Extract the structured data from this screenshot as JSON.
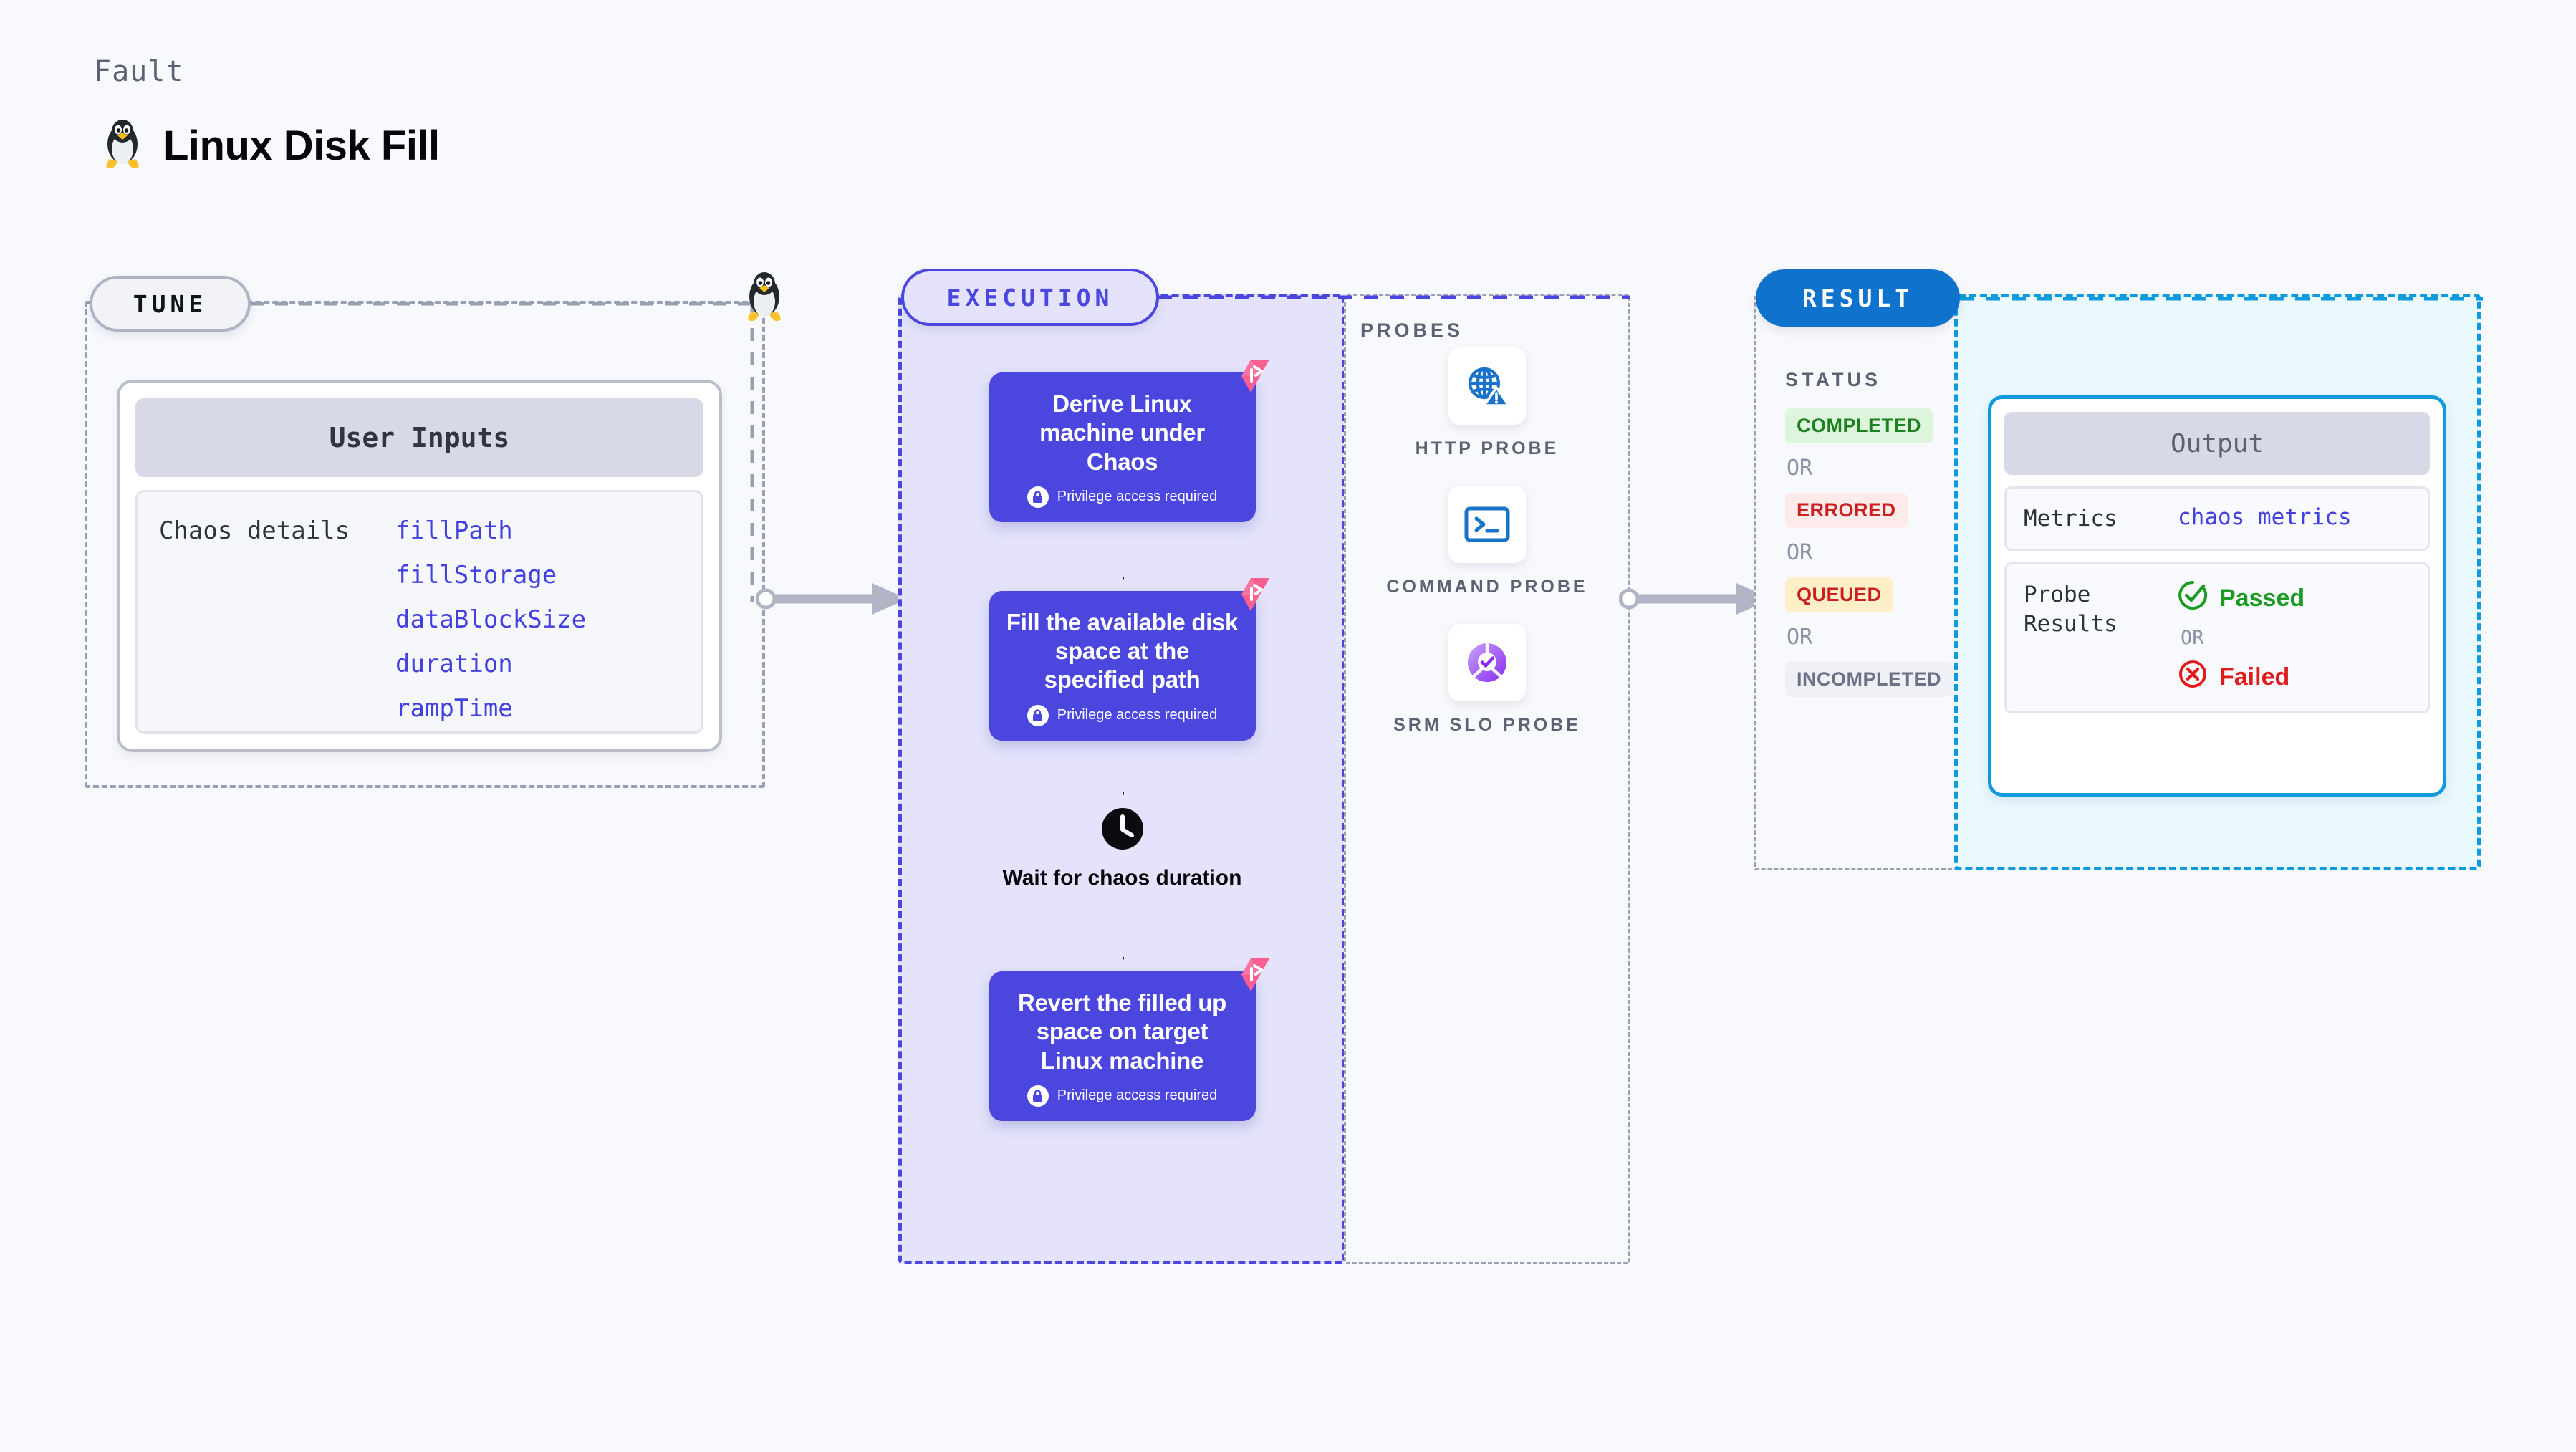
{
  "header": {
    "kicker": "Fault",
    "title": "Linux Disk Fill",
    "icon": "linux-penguin-icon"
  },
  "tune": {
    "badge": "TUNE",
    "card_title": "User Inputs",
    "row_label": "Chaos details",
    "params": [
      "fillPath",
      "fillStorage",
      "dataBlockSize",
      "duration",
      "rampTime"
    ]
  },
  "execution": {
    "badge": "EXECUTION",
    "steps": [
      {
        "title": "Derive Linux machine under Chaos",
        "privilege": "Privilege access required"
      },
      {
        "title": "Fill the available disk space at the specified path",
        "privilege": "Privilege access required"
      },
      {
        "title": "Revert the filled up space on target Linux machine",
        "privilege": "Privilege access required"
      }
    ],
    "wait_node": {
      "label": "Wait for chaos duration",
      "icon": "clock-icon"
    }
  },
  "probes": {
    "label": "PROBES",
    "items": [
      {
        "name": "HTTP PROBE",
        "icon": "globe-warning-icon"
      },
      {
        "name": "COMMAND PROBE",
        "icon": "terminal-icon"
      },
      {
        "name": "SRM SLO PROBE",
        "icon": "slo-donut-check-icon"
      }
    ]
  },
  "result": {
    "badge": "RESULT",
    "status_heading": "STATUS",
    "or": "OR",
    "statuses": [
      {
        "label": "COMPLETED",
        "color": "#1d8021",
        "bg": "#dcf5dc"
      },
      {
        "label": "ERRORED",
        "color": "#cc2020",
        "bg": "#fdeaea"
      },
      {
        "label": "QUEUED",
        "color": "#cc2020",
        "bg": "#fdf0c8"
      },
      {
        "label": "INCOMPLETED",
        "color": "#6b7285",
        "bg": "#eef0f5"
      }
    ],
    "output": {
      "title": "Output",
      "metrics_label": "Metrics",
      "metrics_value": "chaos metrics",
      "probe_results_label": "Probe Results",
      "passed": "Passed",
      "failed": "Failed",
      "or": "OR"
    }
  },
  "colors": {
    "accent_indigo": "#4a46de",
    "accent_blue": "#0f73cd",
    "accent_cyan": "#0f9ade",
    "fault_flag_pink": "#f9608f",
    "pass_green": "#1d9a24",
    "fail_red": "#e01b1b",
    "panel_lavender": "#e4e3fb",
    "panel_cyan": "#e9f9fe",
    "page_bg": "#f8f9fc"
  }
}
